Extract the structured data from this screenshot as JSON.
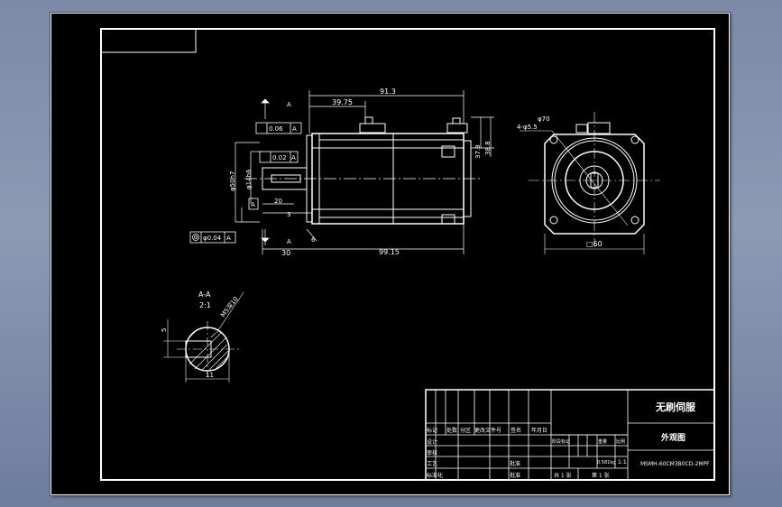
{
  "dimensions": {
    "overall_length": "91.3",
    "key_position": "39.75",
    "tol_perpendicularity": "0.06",
    "tol_runout": "0.02",
    "datum": "A",
    "shaft_dia": "φ50h7",
    "shaft_small_dia": "φ14h6",
    "key_length": "20",
    "shoulder": "3",
    "tol_concentricity": "φ0.04",
    "shaft_length": "30",
    "body_length": "99.15",
    "chamfer": "6",
    "height_1": "37.8",
    "height_2": "38.8",
    "section_mark": "A",
    "hole_pcd": "φ70",
    "holes": "4-φ5.5",
    "flange": "□60",
    "section_title": "A-A",
    "section_scale": "2:1",
    "thread": "M5深10",
    "key_width": "5",
    "key_depth": "11"
  },
  "title_block": {
    "title": "无刷伺服",
    "drawing_name": "外观图",
    "code": "MSMH-60CM3B0CD-2MPF",
    "headers": [
      "标记",
      "处数",
      "分区",
      "更改文件号",
      "签名",
      "年月日"
    ],
    "roles": [
      "设计",
      "审核",
      "工艺",
      "标准化",
      "批准"
    ],
    "approval": [
      "批准",
      "批准"
    ],
    "stage_labels": [
      "阶段标记",
      "重量",
      "比例"
    ],
    "weight": "0.581kg",
    "scale": "1:1",
    "sheets_total": "共 1 张",
    "sheet_no": "第 1 张"
  },
  "colors": {
    "line": "#ffffff",
    "background": "#000000",
    "dim": "#ffffff"
  }
}
